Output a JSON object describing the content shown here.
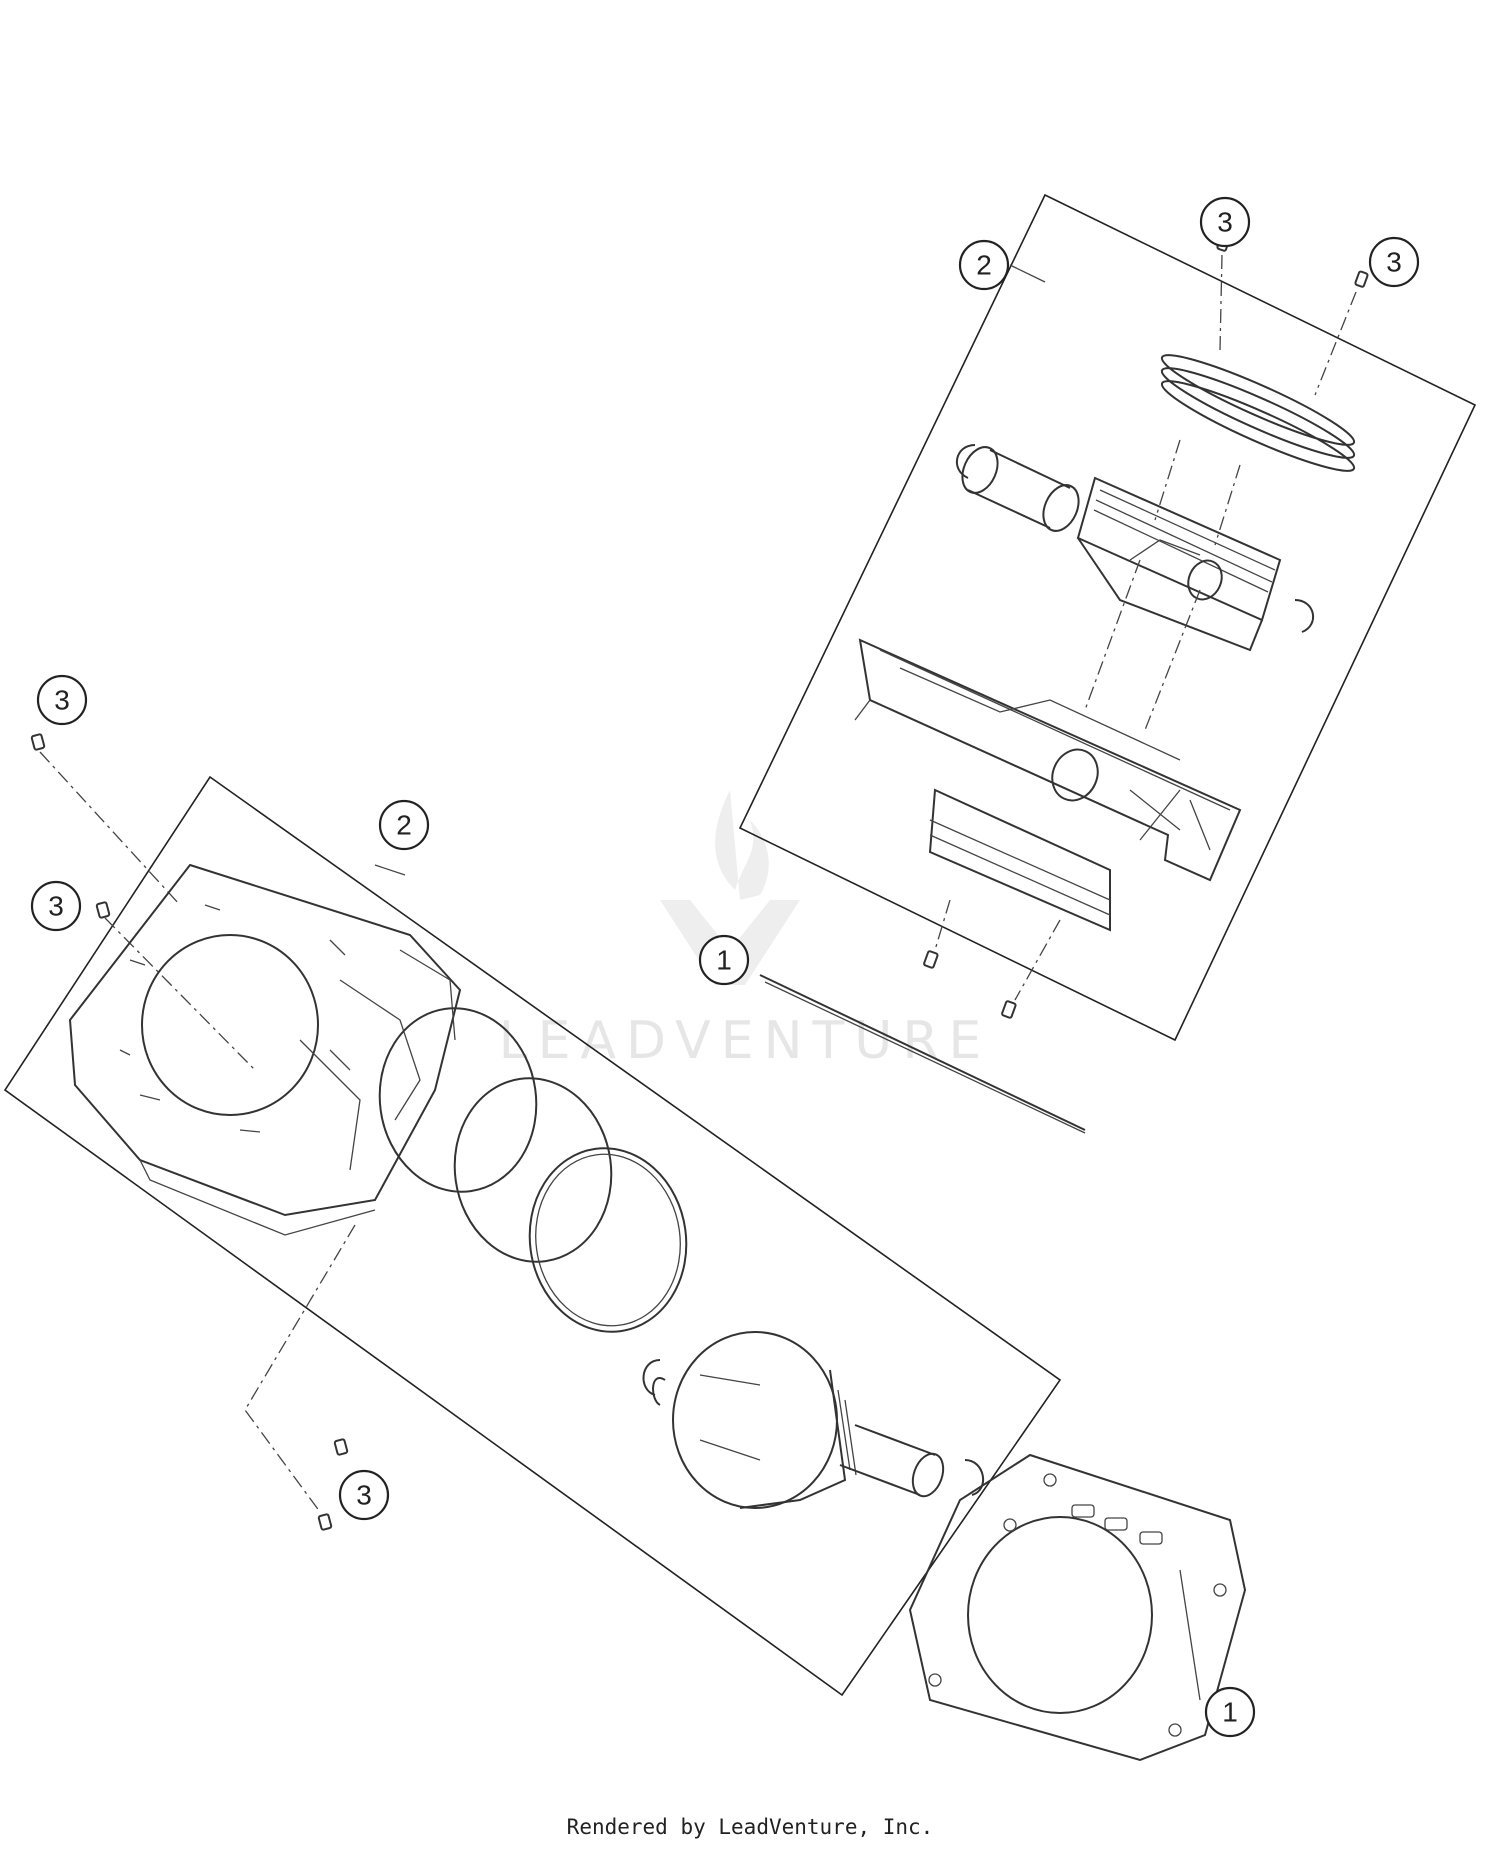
{
  "callouts": {
    "top_ring_retainer": "3",
    "top_frame": "2",
    "top_ring_retainer_right": "3",
    "upper_left_bolt": "3",
    "lower_frame": "2",
    "left_bolt": "3",
    "dowel_bottom": "3",
    "oring_label": "1",
    "gasket_label": "1"
  },
  "watermark": {
    "text": "LEADVENTURE"
  },
  "footer": {
    "credit": "Rendered by LeadVenture, Inc."
  }
}
